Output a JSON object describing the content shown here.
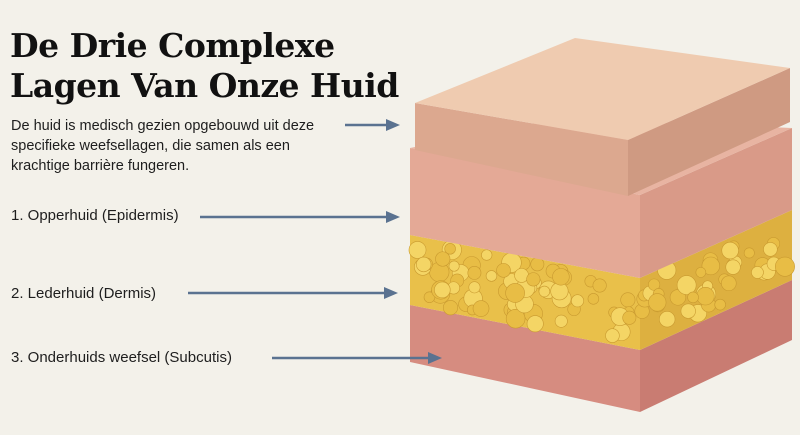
{
  "title": "De Drie Complexe Lagen Van Onze Huid",
  "intro": "De huid is medisch gezien opgebouwd uit deze specifieke weefsellagen, die samen als een krachtige barrière fungeren.",
  "layers": [
    {
      "label": "1. Opperhuid (Epidermis)"
    },
    {
      "label": "2. Lederhuid (Dermis)"
    },
    {
      "label": "3. Onderhuids weefsel (Subcutis)"
    }
  ],
  "colors": {
    "background": "#f3f1ea",
    "arrow": "#5a7290",
    "epidermis_top": "#ecc3a6",
    "dermis": "#e2a593",
    "fat": "#f0cf5a",
    "base": "#d98f85"
  }
}
